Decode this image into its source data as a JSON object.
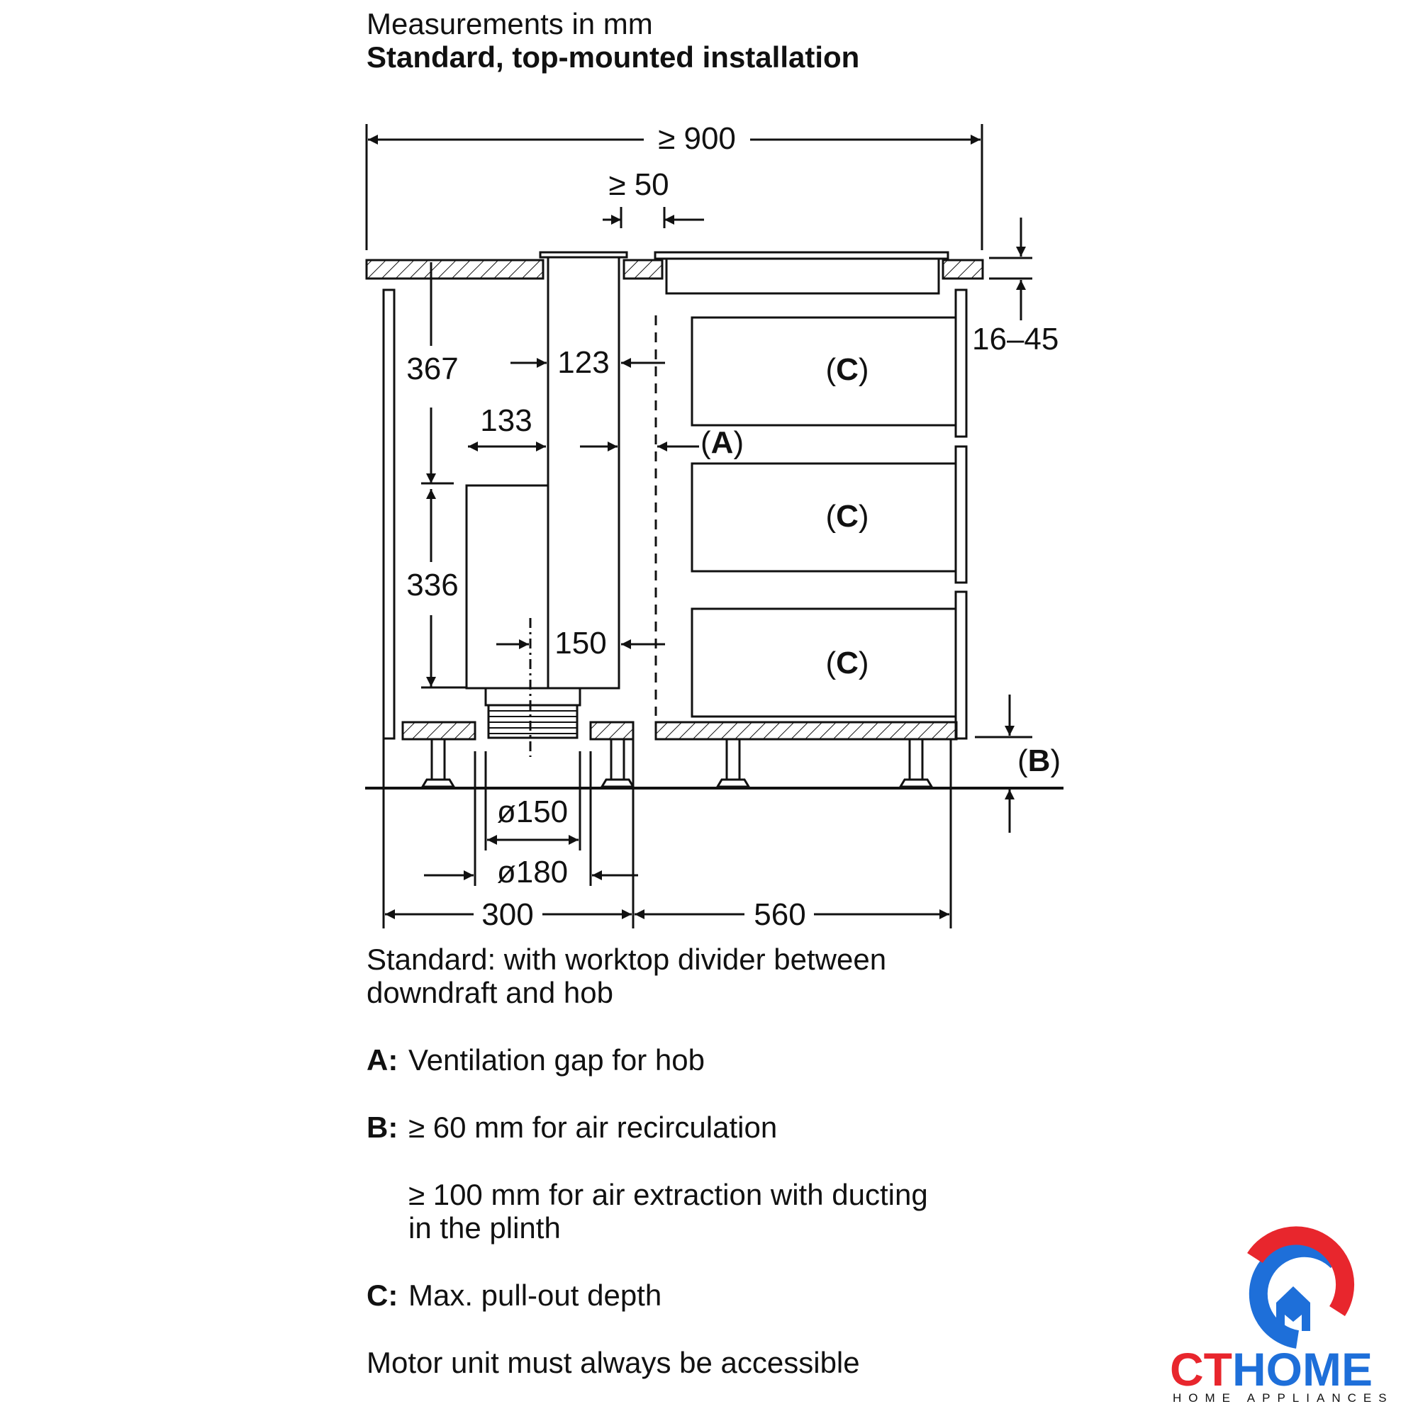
{
  "header": {
    "line1": "Measurements in mm",
    "line2": "Standard, top-mounted installation"
  },
  "dimensions": {
    "total_width": "≥ 900",
    "gap": "≥ 50",
    "worktop_thickness": "16–45",
    "height_upper": "367",
    "height_lower": "336",
    "motor_width": "133",
    "duct_depth_top": "123",
    "duct_depth_bottom": "150",
    "dia_inner": "ø150",
    "dia_outer": "ø180",
    "cabinet_left": "300",
    "cabinet_right": "560"
  },
  "labels": {
    "drawer": "C",
    "ventilation": "A",
    "plinth": "B"
  },
  "notes": {
    "standard": [
      "Standard: with worktop divider between",
      "downdraft and hob"
    ],
    "legend": [
      {
        "key": "A:",
        "lines": [
          "Ventilation gap for hob"
        ]
      },
      {
        "key": "B:",
        "lines": [
          "≥ 60 mm for air recirculation"
        ]
      },
      {
        "key": "",
        "lines": [
          "≥ 100 mm for air extraction with ducting",
          "in the plinth"
        ]
      },
      {
        "key": "C:",
        "lines": [
          "Max. pull-out depth"
        ]
      }
    ],
    "footer": "Motor unit must always be accessible"
  },
  "logo": {
    "brand_ct": "CT",
    "brand_home": "HOME",
    "tagline": "HOME APPLIANCES",
    "color_red": "#e8262d",
    "color_blue": "#1e6fd9"
  }
}
